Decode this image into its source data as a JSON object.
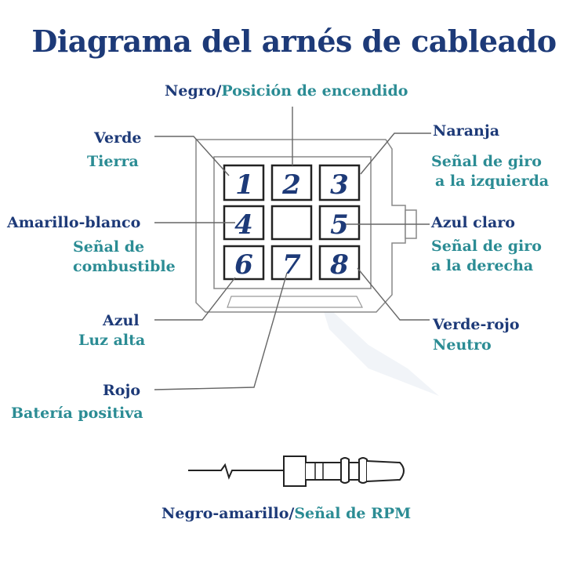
{
  "title": "Diagrama del arnés de cableado",
  "colors": {
    "dark_blue": "#1d3a78",
    "teal": "#2b8c94",
    "line_gray": "#666666"
  },
  "pins": [
    "1",
    "2",
    "3",
    "4",
    "",
    "5",
    "6",
    "7",
    "8"
  ],
  "labels": {
    "top_color": "Negro",
    "top_sep": "/",
    "top_function": "Posición de encendido",
    "verde": "Verde",
    "tierra": "Tierra",
    "amarillo_blanco": "Amarillo-blanco",
    "senal_de": "Señal de",
    "combustible": "combustible",
    "azul": "Azul",
    "luz_alta": "Luz alta",
    "rojo": "Rojo",
    "bateria": "Batería positiva",
    "naranja": "Naranja",
    "senal_giro_1": "Señal de giro",
    "izquierda": "a la izquierda",
    "azul_claro": "Azul claro",
    "senal_giro_2": "Señal de giro",
    "derecha": "a la derecha",
    "verde_rojo": "Verde-rojo",
    "neutro": "Neutro",
    "bottom_color": "Negro-amarillo",
    "bottom_sep": "/",
    "bottom_function": "Señal de RPM"
  }
}
